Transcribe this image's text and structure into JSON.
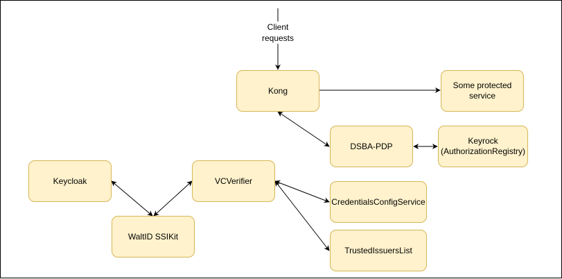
{
  "diagram": {
    "incoming_label": "Client\nrequests",
    "nodes": {
      "kong": "Kong",
      "protected_service": "Some protected\nservice",
      "dsba_pdp": "DSBA-PDP",
      "keyrock": "Keyrock\n(AuthorizationRegistry)",
      "keycloak": "Keycloak",
      "vcverifier": "VCVerifier",
      "waltid": "WaltID SSIKit",
      "credentials_config": "CredentialsConfigService",
      "trusted_issuers": "TrustedIssuersList"
    },
    "colors": {
      "node_fill": "#fff2cc",
      "node_stroke": "#d6b656",
      "edge": "#000000"
    }
  }
}
